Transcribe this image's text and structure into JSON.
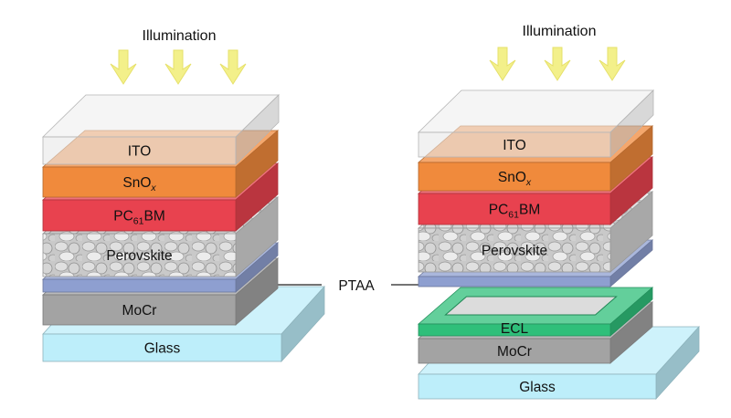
{
  "illumination_label": "Illumination",
  "ptaa_callout": "PTAA",
  "arrow_color": "#f3f08a",
  "stacks": [
    {
      "layers": [
        {
          "parts": [
            {
              "t": "ITO"
            }
          ],
          "color": "#e6e6e6",
          "transparent": true
        },
        {
          "parts": [
            {
              "t": "SnO"
            },
            {
              "t": "x",
              "sub": true,
              "italic": true
            }
          ],
          "color": "#f08a3c"
        },
        {
          "parts": [
            {
              "t": "PC"
            },
            {
              "t": "61",
              "sub": true
            },
            {
              "t": "BM"
            }
          ],
          "color": "#e8424f"
        },
        {
          "parts": [
            {
              "t": "Perovskite"
            }
          ],
          "color": "#c8c8c8",
          "texture": "grains"
        },
        {
          "parts": [],
          "color": "#8e9fd0"
        },
        {
          "parts": [
            {
              "t": "MoCr"
            }
          ],
          "color": "#a3a3a3"
        },
        {
          "parts": [
            {
              "t": "Glass"
            }
          ],
          "color": "#bdeefa"
        }
      ]
    },
    {
      "layers": [
        {
          "parts": [
            {
              "t": "ITO"
            }
          ],
          "color": "#e6e6e6",
          "transparent": true
        },
        {
          "parts": [
            {
              "t": "SnO"
            },
            {
              "t": "x",
              "sub": true,
              "italic": true
            }
          ],
          "color": "#f08a3c"
        },
        {
          "parts": [
            {
              "t": "PC"
            },
            {
              "t": "61",
              "sub": true
            },
            {
              "t": "BM"
            }
          ],
          "color": "#e8424f"
        },
        {
          "parts": [
            {
              "t": "Perovskite"
            }
          ],
          "color": "#c8c8c8",
          "texture": "grains"
        },
        {
          "parts": [],
          "color": "#8e9fd0"
        },
        {
          "parts": [
            {
              "t": "ECL"
            }
          ],
          "color": "#2fbf7a",
          "frame": true
        },
        {
          "parts": [
            {
              "t": "MoCr"
            }
          ],
          "color": "#a3a3a3"
        },
        {
          "parts": [
            {
              "t": "Glass"
            }
          ],
          "color": "#bdeefa"
        }
      ]
    }
  ]
}
